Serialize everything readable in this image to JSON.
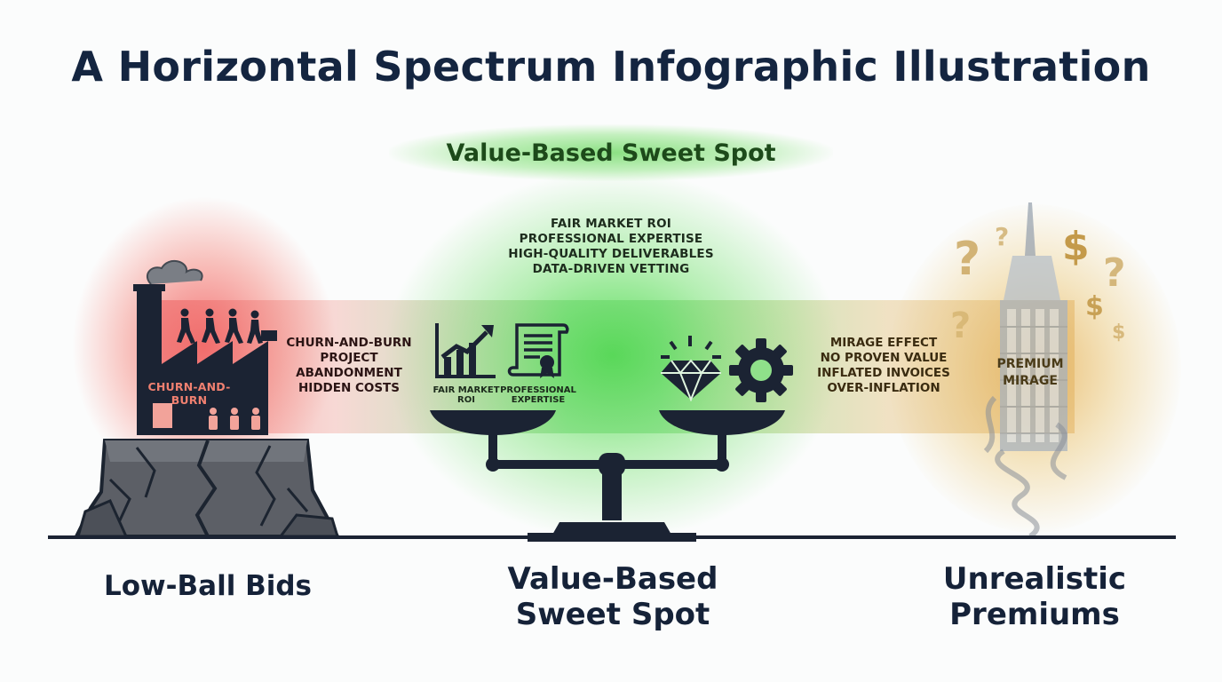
{
  "title": "A Horizontal Spectrum Infographic Illustration",
  "sweet_spot_banner": "Value-Based Sweet Spot",
  "center_benefits": [
    "FAIR MARKET ROI",
    "PROFESSIONAL EXPERTISE",
    "HIGH-QUALITY DELIVERABLES",
    "DATA-DRIVEN VETTING"
  ],
  "low_ball_issues": [
    "CHURN-AND-BURN",
    "PROJECT",
    "ABANDONMENT",
    "HIDDEN COSTS"
  ],
  "factory_label": "CHURN-AND-BURN",
  "icon_captions": {
    "chart": [
      "FAIR MARKET",
      "ROI"
    ],
    "certificate": [
      "PROFESSIONAL",
      "EXPERTISE"
    ]
  },
  "premium_issues": [
    "MIRAGE EFFECT",
    "NO PROVEN VALUE",
    "INFLATED INVOICES",
    "OVER-INFLATION"
  ],
  "tower_label": [
    "PREMIUM",
    "MIRAGE"
  ],
  "symbols": {
    "question": "?",
    "dollar": "$"
  },
  "bottom_labels": {
    "left": [
      "Low-Ball Bids"
    ],
    "center": [
      "Value-Based",
      "Sweet Spot"
    ],
    "right": [
      "Unrealistic",
      "Premiums"
    ]
  },
  "colors": {
    "navy": "#152238",
    "low_red": "#ef5a55",
    "sweet_green": "#39d33f",
    "premium_gold": "#e3b25a"
  },
  "icons": [
    "factory-icon",
    "workers-icon",
    "cracked-rock-icon",
    "bar-chart-icon",
    "certificate-icon",
    "diamond-icon",
    "gear-icon",
    "balance-scale-icon",
    "skyscraper-icon",
    "dollar-sign-icon",
    "question-mark-icon",
    "smoke-swirl-icon"
  ]
}
